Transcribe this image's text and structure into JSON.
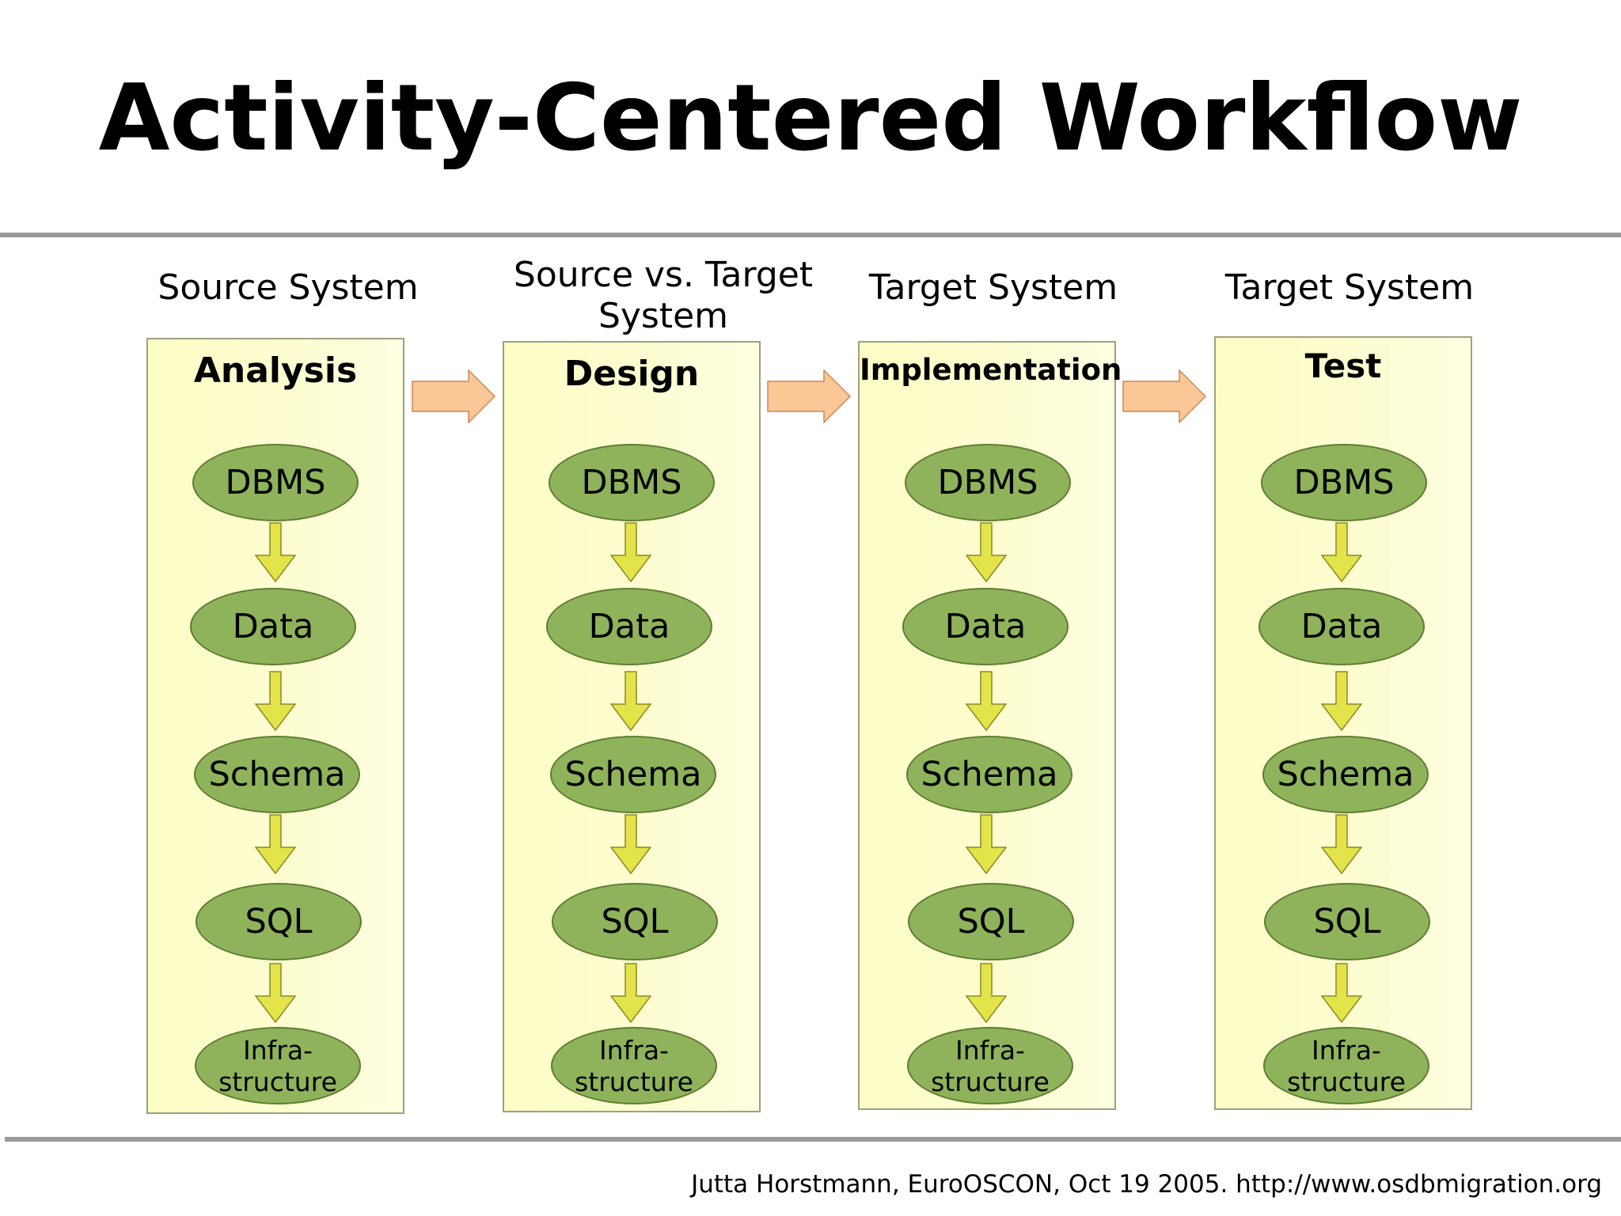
{
  "title": "Activity-Centered Workflow",
  "stages": [
    {
      "label": "Source System",
      "title": "Analysis"
    },
    {
      "label": "Source vs. Target System",
      "title": "Design"
    },
    {
      "label": "Target System",
      "title": "Implementation"
    },
    {
      "label": "Target System",
      "title": "Test"
    }
  ],
  "nodes": {
    "dbms": "DBMS",
    "data": "Data",
    "schema": "Schema",
    "sql": "SQL",
    "infra_line1": "Infra-",
    "infra_line2": "structure"
  },
  "colors": {
    "box_fill": "#fdfdc6",
    "node_fill": "#8fb35a",
    "node_border": "#5e7d33",
    "down_arrow_fill": "#e3e34a",
    "right_arrow_fill": "#fcc797",
    "rule": "#9a9a9a"
  },
  "footer": "Jutta Horstmann, EuroOSCON, Oct 19 2005. http://www.osdbmigration.org"
}
